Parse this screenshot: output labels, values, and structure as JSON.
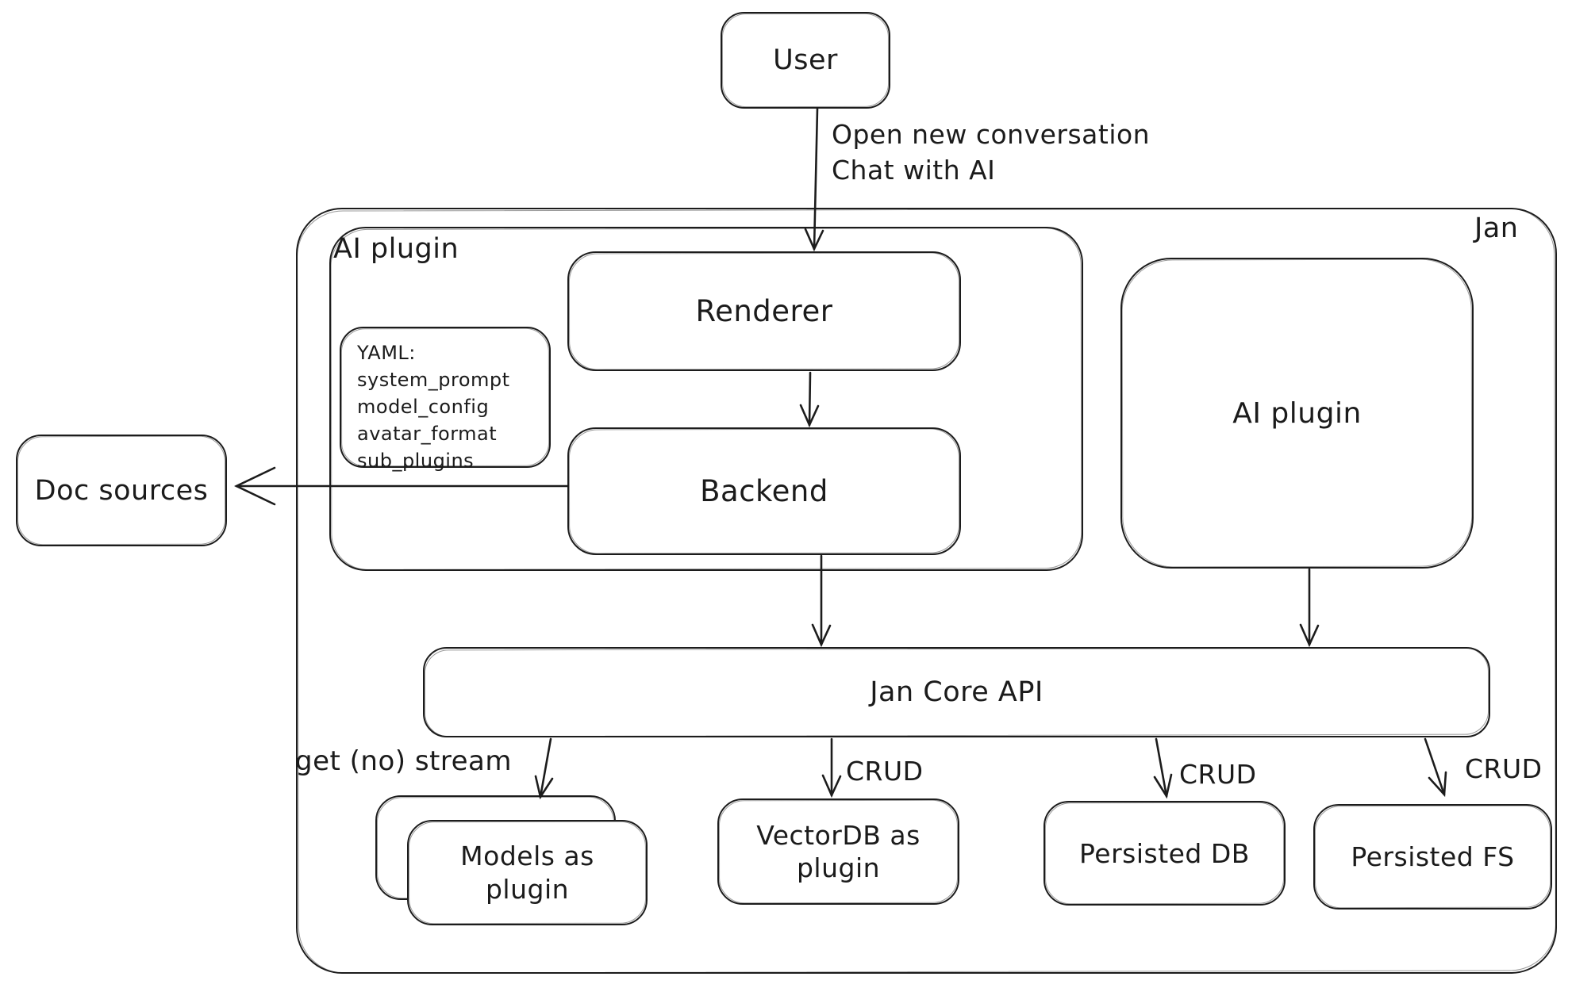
{
  "diagram": {
    "title_area": {
      "outer_container_label": "Jan"
    },
    "nodes": {
      "user": {
        "label": "User"
      },
      "ai_plugin_container": {
        "label": "AI plugin"
      },
      "renderer": {
        "label": "Renderer"
      },
      "backend": {
        "label": "Backend"
      },
      "yaml_note": {
        "title": "YAML:",
        "lines": [
          "system_prompt",
          "model_config",
          "avatar_format",
          "sub_plugins"
        ]
      },
      "ai_plugin_right": {
        "label": "AI plugin"
      },
      "doc_sources": {
        "label": "Doc sources"
      },
      "jan_core_api": {
        "label": "Jan Core API"
      },
      "models_as_plugin": {
        "label": "Models as plugin"
      },
      "vectordb_as_plugin": {
        "label": "VectorDB as plugin"
      },
      "persisted_db": {
        "label": "Persisted DB"
      },
      "persisted_fs": {
        "label": "Persisted FS"
      }
    },
    "edge_labels": {
      "open_conversation": "Open new conversation\nChat with AI",
      "get_stream": "get (no) stream",
      "crud_vectordb": "CRUD",
      "crud_db": "CRUD",
      "crud_fs": "CRUD"
    },
    "colors": {
      "stroke": "#1c1c1c",
      "background": "#ffffff",
      "text": "#1b1b1b"
    }
  }
}
